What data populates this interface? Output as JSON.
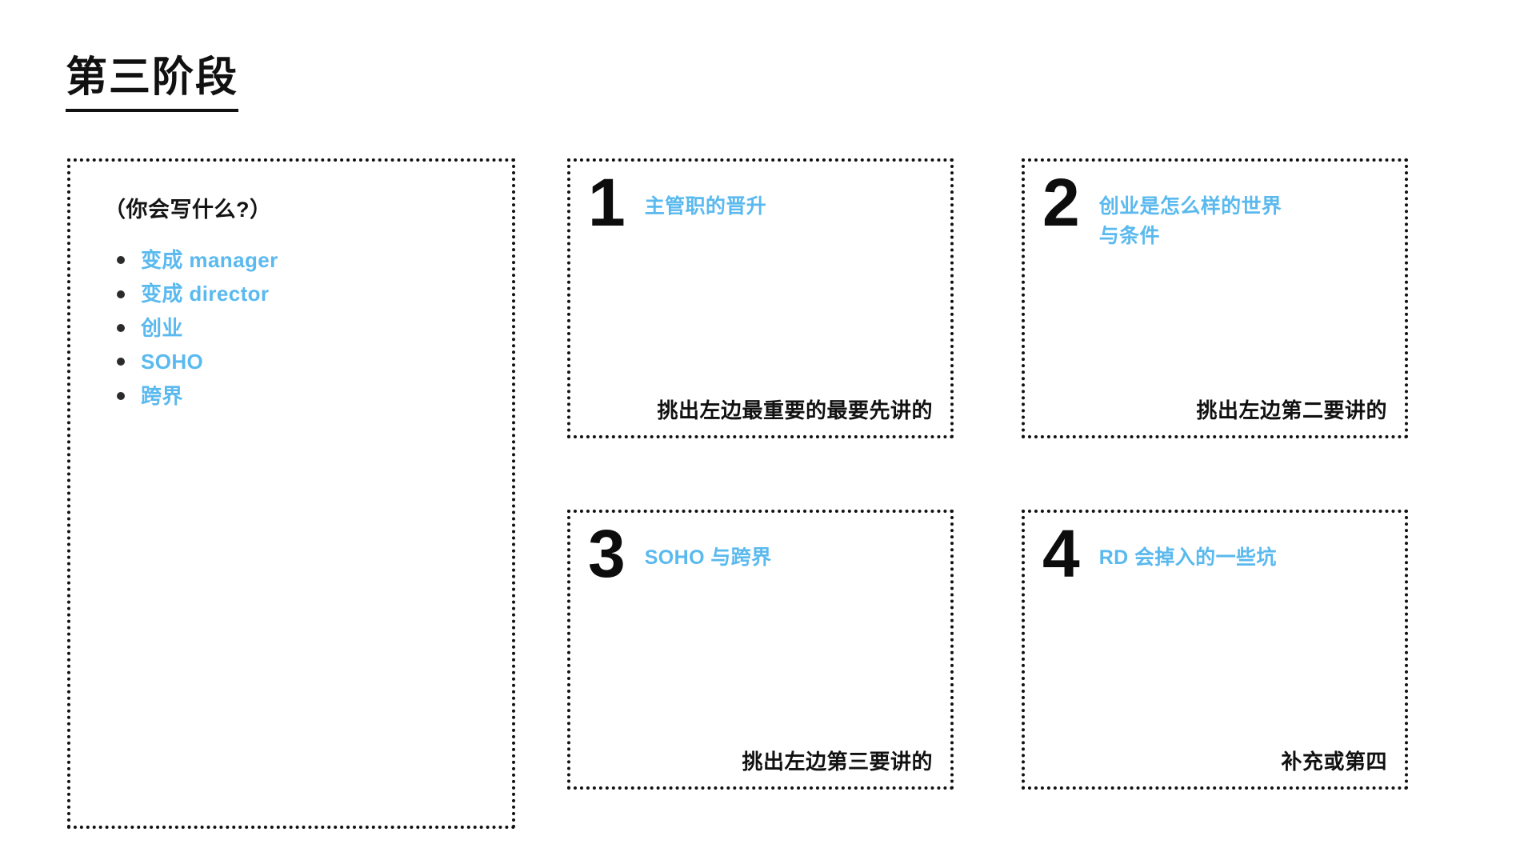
{
  "slide": {
    "title": "第三阶段",
    "accent_color": "#5ab9ee",
    "text_color": "#111111",
    "background_color": "#ffffff"
  },
  "ideas_panel": {
    "header": "（你会写什么?）",
    "items": [
      {
        "label": "变成 manager"
      },
      {
        "label": "变成 director"
      },
      {
        "label": "创业"
      },
      {
        "label": "SOHO"
      },
      {
        "label": "跨界"
      }
    ]
  },
  "cards": [
    {
      "number": "1",
      "heading": "主管职的晋升",
      "caption": "挑出左边最重要的最要先讲的"
    },
    {
      "number": "2",
      "heading": "创业是怎么样的世界\n与条件",
      "caption": "挑出左边第二要讲的"
    },
    {
      "number": "3",
      "heading": "SOHO 与跨界",
      "caption": "挑出左边第三要讲的"
    },
    {
      "number": "4",
      "heading": "RD 会掉入的一些坑",
      "caption": "补充或第四"
    }
  ]
}
